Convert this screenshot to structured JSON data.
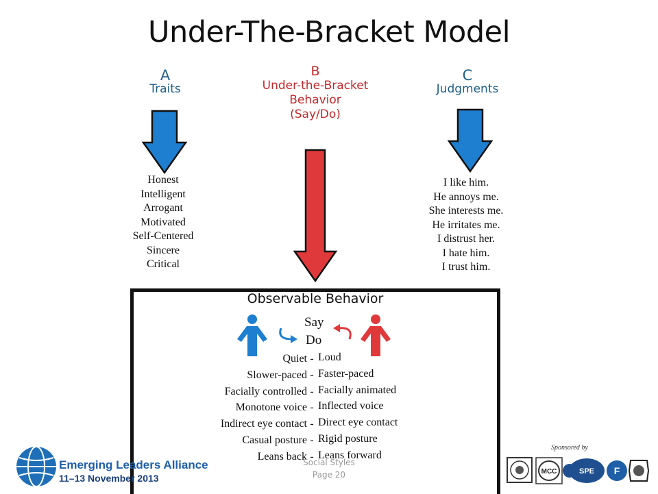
{
  "title": "Under-The-Bracket Model",
  "columns": {
    "a": {
      "letter": "A",
      "label": "Traits",
      "items": [
        "Honest",
        "Intelligent",
        "Arrogant",
        "Motivated",
        "Self-Centered",
        "Sincere",
        "Critical"
      ]
    },
    "b": {
      "letter": "B",
      "label_line1": "Under-the-Bracket",
      "label_line2": "Behavior",
      "label_line3": "(Say/Do)"
    },
    "c": {
      "letter": "C",
      "label": "Judgments",
      "items": [
        "I like him.",
        "He annoys me.",
        "She interests me.",
        "He irritates me.",
        "I distrust her.",
        "I hate him.",
        "I trust him."
      ]
    }
  },
  "observable": {
    "title": "Observable Behavior",
    "say": "Say",
    "do": "Do",
    "separator": "-",
    "left": [
      "Quiet",
      "Slower-paced",
      "Facially controlled",
      "Monotone voice",
      "Indirect eye contact",
      "Casual posture",
      "Leans back"
    ],
    "right": [
      "Loud",
      "Faster-paced",
      "Facially animated",
      "Inflected voice",
      "Direct eye contact",
      "Rigid posture",
      "Leans forward"
    ]
  },
  "footer": {
    "org": "Emerging Leaders Alliance",
    "dates": "11–13 November 2013",
    "course": "Social Styles",
    "page": "Page 20",
    "sponsored_by": "Sponsored by"
  },
  "colors": {
    "blue_arrow": "#1e7fd0",
    "red_arrow": "#e0393b",
    "blue_text": "#1f5f8b",
    "red_text": "#c0292b"
  }
}
